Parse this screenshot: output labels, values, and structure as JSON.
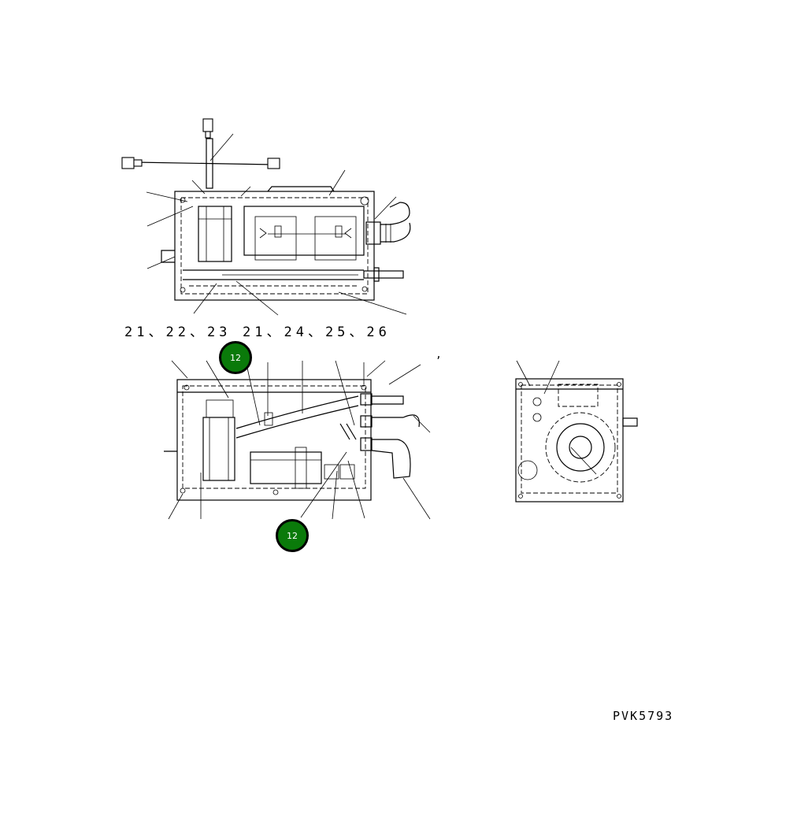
{
  "diagram": {
    "part_refs_left": "21、22、23",
    "part_refs_right": "21、24、25、26",
    "stray_mark": ",",
    "drawing_code": "PVK5793"
  },
  "callouts": [
    {
      "id": "callout-top",
      "label": "12"
    },
    {
      "id": "callout-bottom",
      "label": "12"
    }
  ],
  "colors": {
    "callout_fill": "#0a7a0a",
    "line": "#000000",
    "background": "#ffffff"
  }
}
